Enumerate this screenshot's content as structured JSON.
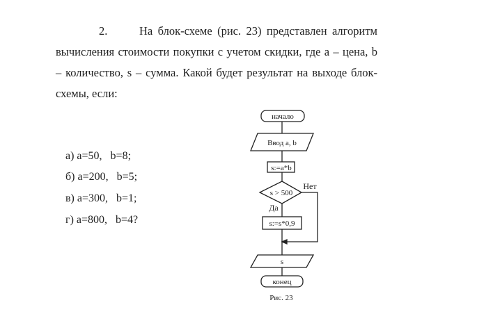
{
  "task": {
    "number": "2.",
    "line1": "На блок-схеме (рис. 23) представлен алгоритм",
    "line2": "вычисления стоимости покупки с учетом скидки, где a – цена, b",
    "line3": "– количество, s – сумма. Какой будет результат на выходе блок-",
    "line4": "схемы, если:"
  },
  "options": [
    "а) a=50,   b=8;",
    "б) a=200,   b=5;",
    "в) a=300,   b=1;",
    "г) a=800,   b=4?"
  ],
  "flowchart": {
    "start": "начало",
    "input": "Ввод a, b",
    "assign": "s:=a*b",
    "condition": "s > 500",
    "yes": "Да",
    "no": "Нет",
    "discount": "s:=s*0,9",
    "output": "s",
    "end": "конец",
    "caption": "Рис. 23"
  }
}
